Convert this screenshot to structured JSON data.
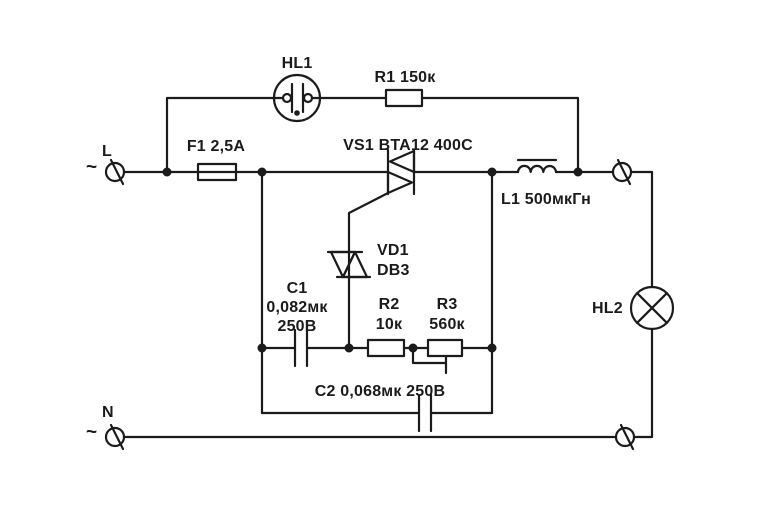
{
  "page": {
    "kind": "circuit-schematic",
    "background": "#ffffff",
    "ink": "#1b1b1b"
  },
  "power": {
    "live": {
      "ac": "~",
      "label": "L"
    },
    "neutral": {
      "ac": "~",
      "label": "N"
    }
  },
  "components": {
    "hl1": {
      "label": "HL1"
    },
    "r1": {
      "label": "R1 150к"
    },
    "f1": {
      "label": "F1 2,5A"
    },
    "vs1": {
      "label": "VS1 BTA12 400C"
    },
    "l1": {
      "label": "L1 500мкГн"
    },
    "vd1": {
      "ref": "VD1",
      "part": "DB3"
    },
    "c1": {
      "ref": "C1",
      "value": "0,082мк",
      "voltage": "250В"
    },
    "r2": {
      "ref": "R2",
      "value": "10к"
    },
    "r3": {
      "ref": "R3",
      "value": "560к"
    },
    "c2": {
      "label": "C2 0,068мк 250В"
    },
    "hl2": {
      "label": "HL2"
    }
  }
}
